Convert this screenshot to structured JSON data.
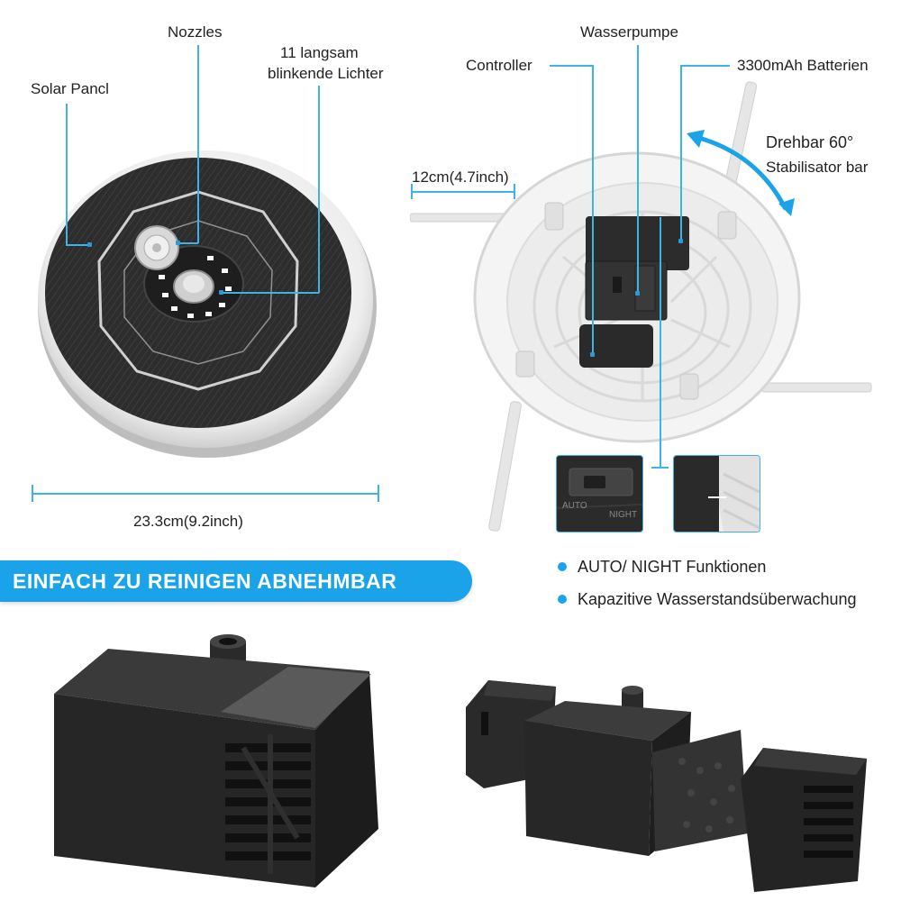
{
  "labels": {
    "solar_panel": "Solar Pancl",
    "nozzles": "Nozzles",
    "lights_line1": "11 langsam",
    "lights_line2": "blinkende Lichter",
    "controller": "Controller",
    "water_pump": "Wasserpumpe",
    "battery": "3300mAh Batterien",
    "rotate_line1": "Drehbar 60°",
    "rotate_line2": "Stabilisator bar",
    "height_dim": "12cm(4.7inch)",
    "diameter_dim": "23.3cm(9.2inch)"
  },
  "banner": {
    "text": "EINFACH ZU REINIGEN ABNEHMBAR"
  },
  "features": [
    {
      "text": "AUTO/ NIGHT Funktionen"
    },
    {
      "text": "Kapazitive Wasserstandsüberwachung"
    }
  ],
  "switch_labels": {
    "auto": "AUTO",
    "night": "NIGHT"
  },
  "colors": {
    "accent": "#1aa3e8",
    "line": "#3fb3e6",
    "panel": "#2b2b2b",
    "ring": "#f2f2f2"
  }
}
